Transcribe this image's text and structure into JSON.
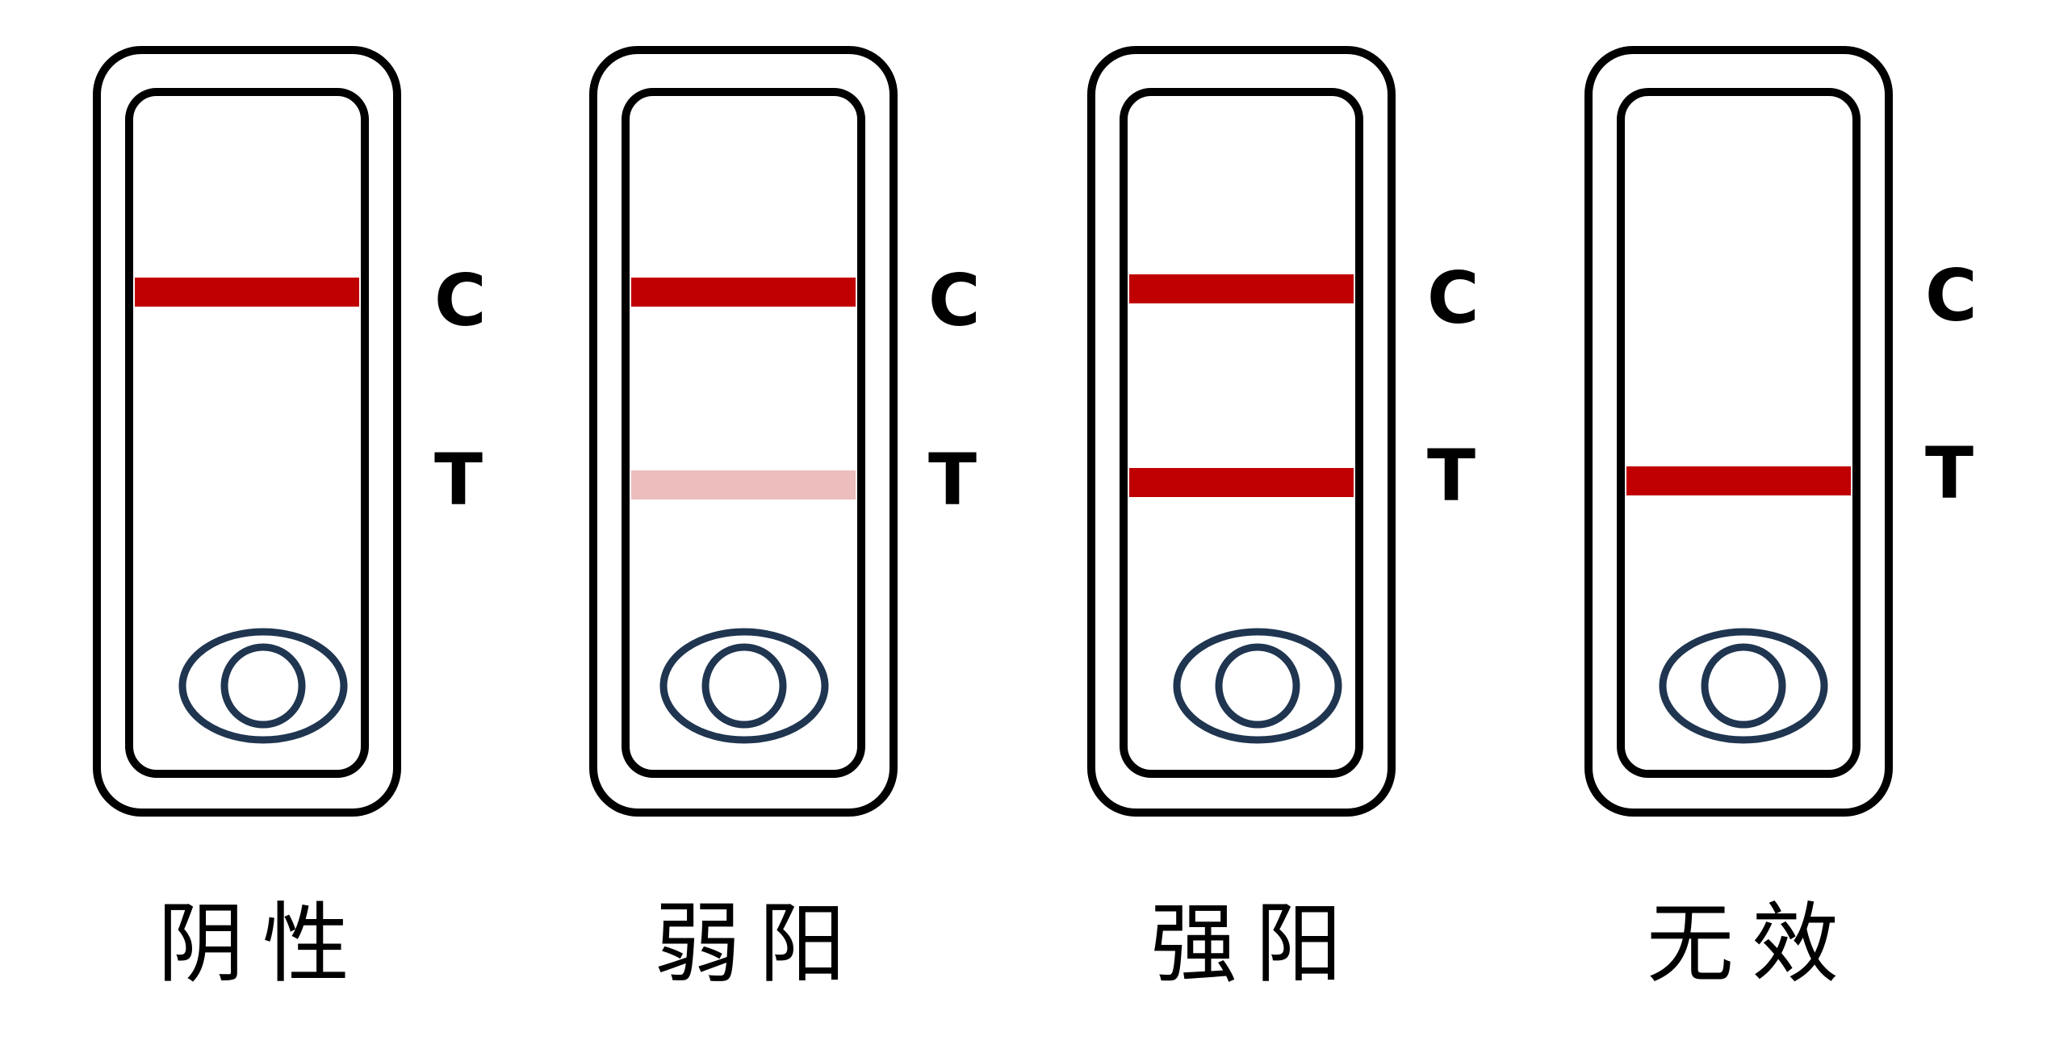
{
  "colors": {
    "outline": "#000000",
    "line_strong": "#C00000",
    "line_faint": "#EDBDBD",
    "sample_well": "#1F3550",
    "background": "#FFFFFF"
  },
  "line_markers": {
    "control": "C",
    "test": "T"
  },
  "cassettes": [
    {
      "caption": "阴性",
      "control_line": "strong",
      "test_line": "none",
      "sample_well_icon": "sample-well-icon"
    },
    {
      "caption": "弱阳",
      "control_line": "strong",
      "test_line": "faint",
      "sample_well_icon": "sample-well-icon"
    },
    {
      "caption": "强阳",
      "control_line": "strong",
      "test_line": "strong",
      "sample_well_icon": "sample-well-icon"
    },
    {
      "caption": "无效",
      "control_line": "none",
      "test_line": "strong",
      "sample_well_icon": "sample-well-icon"
    }
  ]
}
